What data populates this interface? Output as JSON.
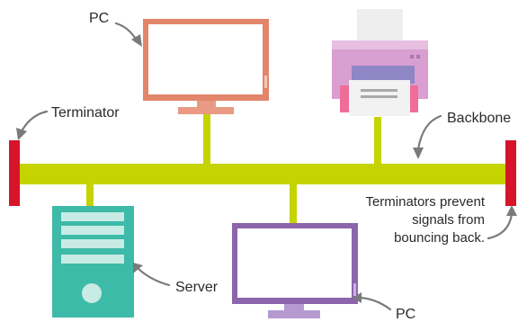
{
  "labels": {
    "pc_top": "PC",
    "terminator": "Terminator",
    "backbone": "Backbone",
    "server": "Server",
    "pc_bottom": "PC"
  },
  "note": {
    "line1": "Terminators prevent",
    "line2": "signals from",
    "line3": "bouncing back."
  },
  "colors": {
    "backbone": "#c5d300",
    "terminator": "#d6142a",
    "pc_top_frame": "#e2856b",
    "pc_bottom_frame": "#8c65ac",
    "printer": "#d89fd0",
    "server": "#3dbaa8",
    "arrow": "#7a7a7a"
  }
}
